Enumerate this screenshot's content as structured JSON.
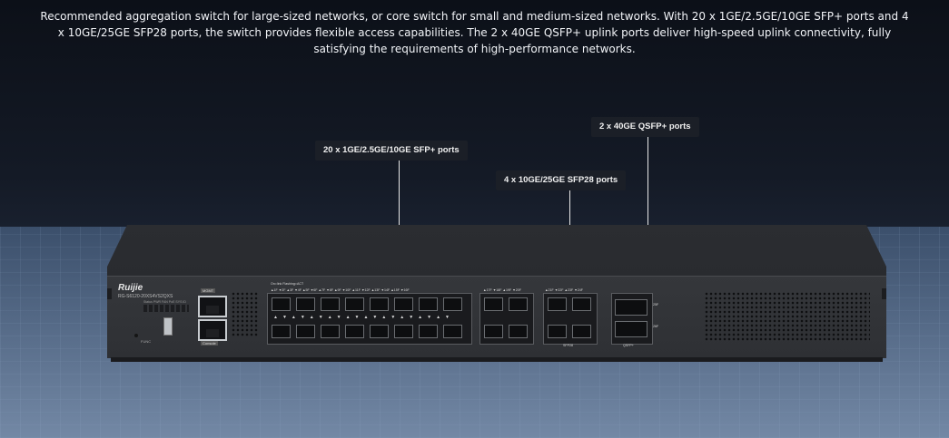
{
  "description": "Recommended aggregation switch for large-sized networks, or core switch for small and medium-sized networks. With 20 x 1GE/2.5GE/10GE SFP+ ports and 4 x 10GE/25GE SFP28 ports, the switch provides flexible access capabilities. The 2 x 40GE QSFP+ uplink ports deliver high-speed uplink connectivity, fully satisfying the requirements of high-performance networks.",
  "callouts": {
    "sfp_plus": "20 x 1GE/2.5GE/10GE SFP+ ports",
    "sfp28": "4 x 10GE/25GE SFP28 ports",
    "qsfp": "2 x 40GE QSFP+ ports"
  },
  "device": {
    "brand": "Ruijie",
    "model": "RG-S6120-20XS4VS2QXS",
    "led_label": "Status  PWR  FAN  PoE  SYS  ID",
    "mgmt_label": "MGMT",
    "console_label": "Console",
    "func_label": "FUNC",
    "usb_label": "USB",
    "link_legend": "On=link  Flashing=ACT",
    "sfp_arrows": "▲▼▲▼▲▼▲▼▲▼▲▼▲▼▲▼▲▼▲▼",
    "port_numbers": "▲1F ▼2F ▲3F ▼4F ▲5F ▼6F ▲7F ▼8F ▲9F ▼10F ▲11F ▼12F ▲13F ▼14F ▲15F ▼16F",
    "port_numbers_b": "▲17F ▼18F ▲19F ▼20F",
    "port_numbers_c": "▲21F ▼22F ▲23F ▼24F",
    "sfp28_label": "SFP28",
    "qsfp_label": "QSFP+",
    "qsfp_port_a": "25F",
    "qsfp_port_b": "26F"
  },
  "colors": {
    "background_top": "#0c1018",
    "callout_bg": "#1b1f27",
    "chassis": "#2e3034",
    "line": "#e8e8e8"
  }
}
